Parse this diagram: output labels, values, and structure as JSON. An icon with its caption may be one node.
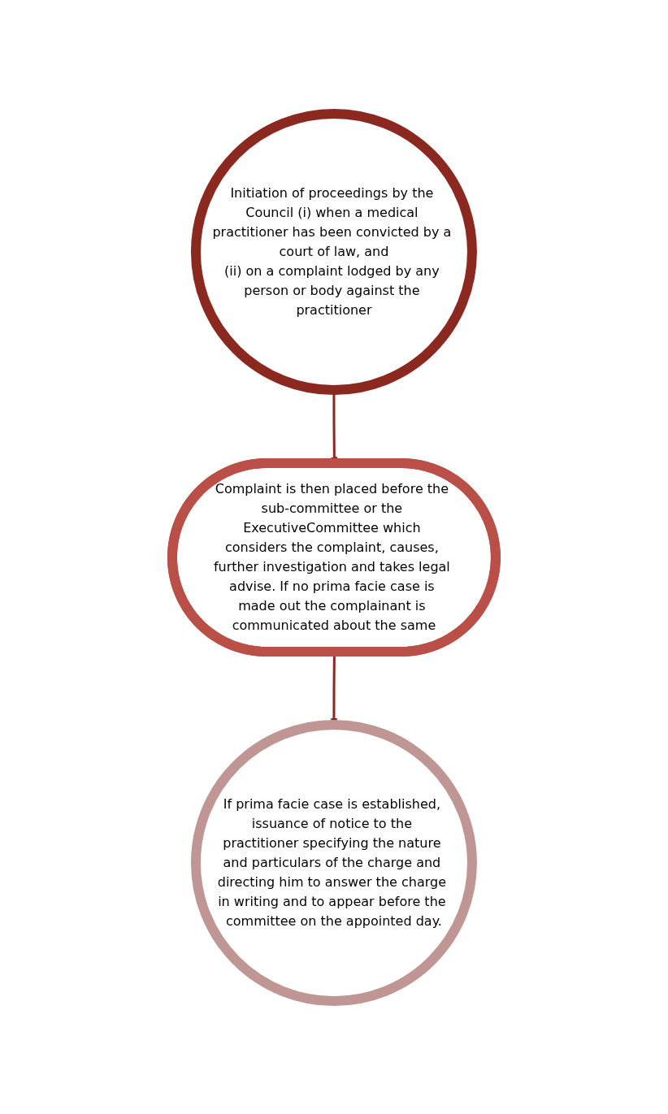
{
  "diagram": {
    "nodes": [
      {
        "text": [
          "Initiation of proceedings by the Council (i) when a medical practitioner has been convicted by a court of law, and",
          "(ii) on a complaint lodged by any person or body against the practitioner"
        ]
      },
      {
        "text": [
          "Complaint is then placed before the sub-committee or the ExecutiveCommittee which considers the complaint, causes, further investigation and takes legal advise. If no prima facie case is made out the complainant is communicated about the same"
        ]
      },
      {
        "text": [
          "If prima facie case is established, issuance of notice to the practitioner specifying the nature and particulars of the charge and directing him to answer the charge in writing and to appear before the committee on the appointed day."
        ]
      }
    ],
    "edges": [
      {
        "from": 0,
        "to": 1,
        "arrow": "to"
      },
      {
        "from": 1,
        "to": 2,
        "arrow": "to"
      }
    ]
  }
}
